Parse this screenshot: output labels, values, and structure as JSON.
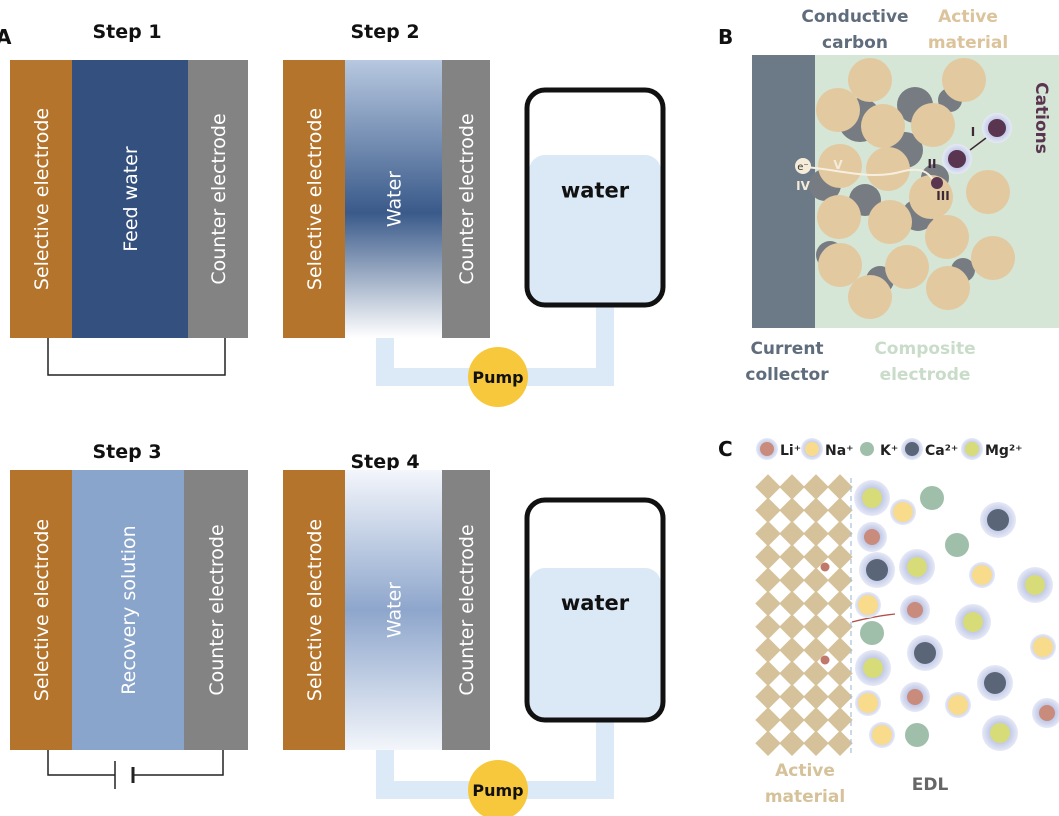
{
  "panel_a": {
    "label": "A",
    "steps": [
      {
        "title": "Step 1",
        "left": "Selective electrode",
        "middle": "Feed water",
        "right": "Counter electrode"
      },
      {
        "title": "Step 2",
        "left": "Selective electrode",
        "middle": "Water",
        "right": "Counter electrode",
        "tank": "water",
        "pump": "Pump"
      },
      {
        "title": "Step 3",
        "left": "Selective electrode",
        "middle": "Recovery solution",
        "right": "Counter electrode"
      },
      {
        "title": "Step 4",
        "left": "Selective electrode",
        "middle": "Water",
        "right": "Counter electrode",
        "tank": "water",
        "pump": "Pump"
      }
    ]
  },
  "panel_b": {
    "label": "B",
    "conductive_carbon": [
      "Conductive",
      "carbon"
    ],
    "active_material": [
      "Active",
      "material"
    ],
    "cations": "Cations",
    "current_collector": [
      "Current",
      "collector"
    ],
    "composite_electrode": [
      "Composite",
      "electrode"
    ],
    "electron": "e⁻",
    "steps": [
      "I",
      "II",
      "III",
      "IV",
      "V"
    ]
  },
  "panel_c": {
    "label": "C",
    "legend": [
      {
        "name": "Li⁺",
        "color": "#c98b7b"
      },
      {
        "name": "Na⁺",
        "color": "#f8dc8c"
      },
      {
        "name": "K⁺",
        "color": "#9fbfaa"
      },
      {
        "name": "Ca²⁺",
        "color": "#5a6677"
      },
      {
        "name": "Mg²⁺",
        "color": "#d8dc78"
      }
    ],
    "active_material": [
      "Active",
      "material"
    ],
    "edl": "EDL"
  },
  "colors": {
    "selective": "#b5742b",
    "feed_water": "#34507e",
    "counter": "#838384",
    "recovery": "#8aa5cc",
    "pump": "#f7c83c",
    "tube": "#dce9f6",
    "collector": "#6c7a88",
    "composite": "#d6e6d6",
    "particle": "#e2c9a0",
    "carbon": "#777c82"
  }
}
